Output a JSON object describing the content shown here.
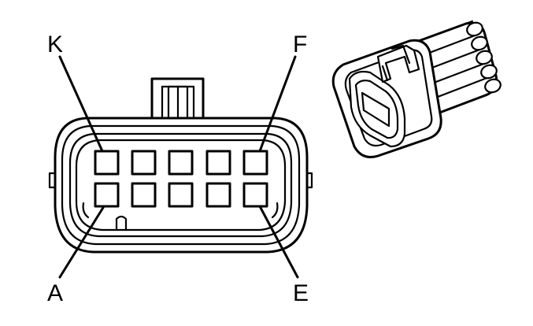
{
  "labels": {
    "top_left": "K",
    "top_right": "F",
    "bottom_left": "A",
    "bottom_right": "E"
  },
  "connector": {
    "rows": 2,
    "cavities_per_row": 5
  },
  "colors": {
    "line": "#000000",
    "background": "#ffffff"
  }
}
